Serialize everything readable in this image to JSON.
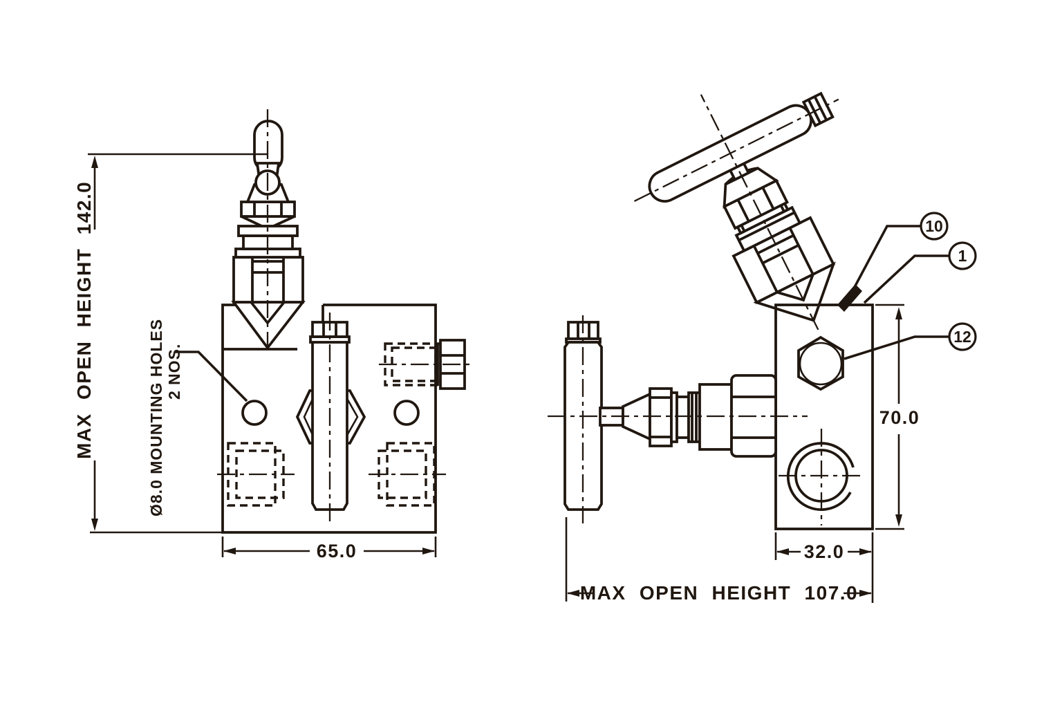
{
  "page": {
    "background": "#ffffff",
    "line_color": "#201710"
  },
  "drawing": {
    "title": "2-valve manifold engineering drawing, front and side views",
    "front_view": {
      "dim_max_open_height": "MAX OPEN HEIGHT 142.0",
      "dim_width": "65.0",
      "note_line1": "Ø8.0 MOUNTING HOLES",
      "note_line2": "2 NOS."
    },
    "side_view": {
      "dim_height": "70.0",
      "dim_width": "32.0",
      "dim_max_open_height": "MAX OPEN HEIGHT 107.0",
      "callouts": [
        {
          "label": "10"
        },
        {
          "label": "1"
        },
        {
          "label": "12"
        }
      ]
    }
  }
}
